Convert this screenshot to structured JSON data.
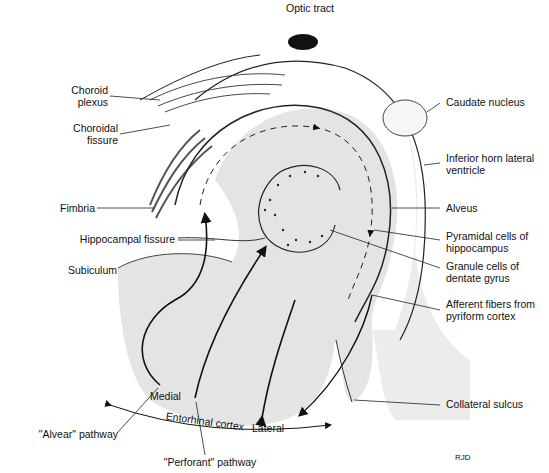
{
  "diagram": {
    "labels": [
      "Optic tract",
      "Choroid plexus",
      "Choroidal fissure",
      "Fimbria",
      "Hippocampal fissure",
      "Subiculum",
      "\"Alvear\" pathway",
      "Entorhinal cortex",
      "Medial",
      "Lateral",
      "\"Perforant\" pathway",
      "Caudate nucleus",
      "Inferior horn lateral ventricle",
      "Alveus",
      "Pyramidal cells of hippocampus",
      "Granule cells of dentate gyrus",
      "Afferent fibers from pyriform cortex",
      "Collateral sulcus",
      "RJD"
    ]
  }
}
